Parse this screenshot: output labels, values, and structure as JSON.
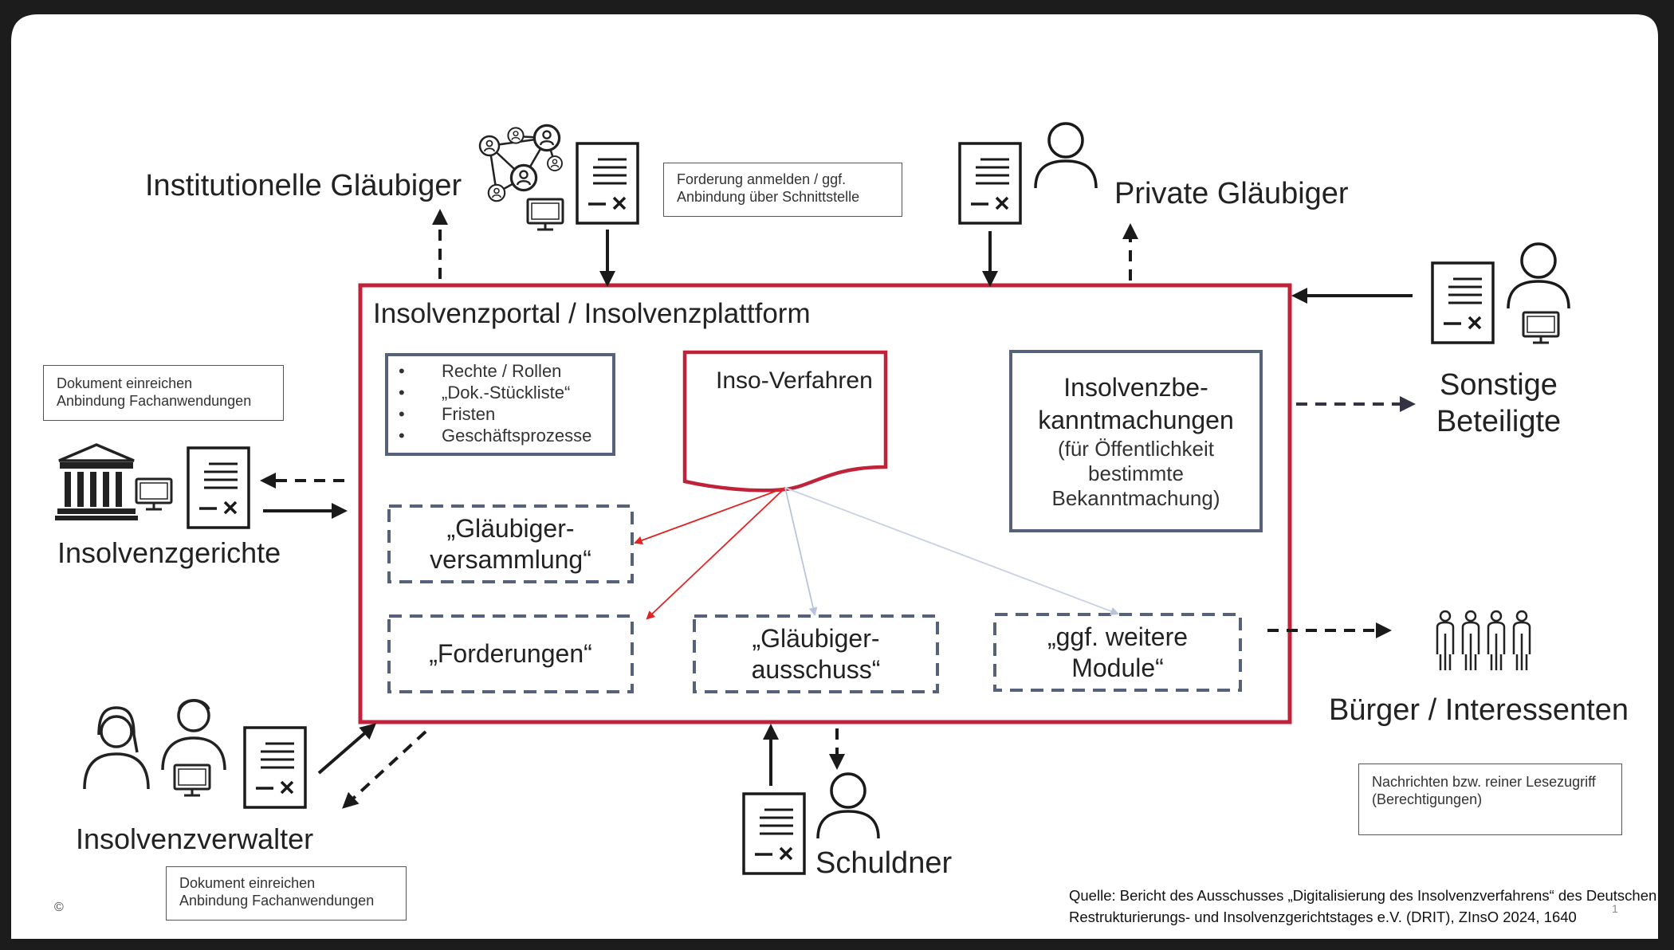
{
  "portal": {
    "title": "Insolvenzportal / Insolvenzplattform",
    "roles_list": [
      "Rechte / Rollen",
      "„Dok.-Stückliste“",
      "Fristen",
      "Geschäftsprozesse"
    ],
    "core": "Inso-Verfahren",
    "announcements": {
      "title_line1": "Insolvenzbe-",
      "title_line2": "kanntmachungen",
      "sub_line1": "(für Öffentlichkeit",
      "sub_line2": "bestimmte",
      "sub_line3": "Bekanntmachung)"
    },
    "modules": {
      "glaeubigerversammlung": [
        "„Gläubiger-",
        "versammlung“"
      ],
      "forderungen": [
        "„Forderungen“"
      ],
      "glaeubigerausschuss": [
        "„Gläubiger-",
        "ausschuss“"
      ],
      "weitere": [
        "„ggf. weitere",
        "Module“"
      ]
    }
  },
  "actors": {
    "institutionelle": "Institutionelle Gläubiger",
    "private": "Private Gläubiger",
    "sonstige_line1": "Sonstige",
    "sonstige_line2": "Beteiligte",
    "gerichte": "Insolvenzgerichte",
    "verwalter": "Insolvenzverwalter",
    "schuldner": "Schuldner",
    "buerger": "Bürger / Interessenten"
  },
  "notes": {
    "forderung": [
      "Forderung anmelden  / ggf.",
      "Anbindung über Schnittstelle"
    ],
    "gericht": [
      "Dokument  einreichen",
      "Anbindung Fachanwendungen"
    ],
    "verwalter": [
      "Dokument  einreichen",
      "Anbindung Fachanwendungen"
    ],
    "nachrichten": [
      "Nachrichten bzw. reiner Lesezugriff",
      "(Berechtigungen)"
    ]
  },
  "footer": {
    "source_line1": "Quelle: Bericht des Ausschusses „Digitalisierung des Insolvenzverfahrens“ des Deutschen",
    "source_line2": "Restrukturierungs- und Insolvenzgerichtstages e.V. (DRIT), ZInsO 2024, 1640",
    "copyright": "©",
    "page": "1"
  },
  "colors": {
    "frame": "#1c1c1c",
    "accent_top": "#3ab0d8",
    "portal_border": "#c0223a",
    "module_border": "#55627a",
    "text": "#222222"
  }
}
